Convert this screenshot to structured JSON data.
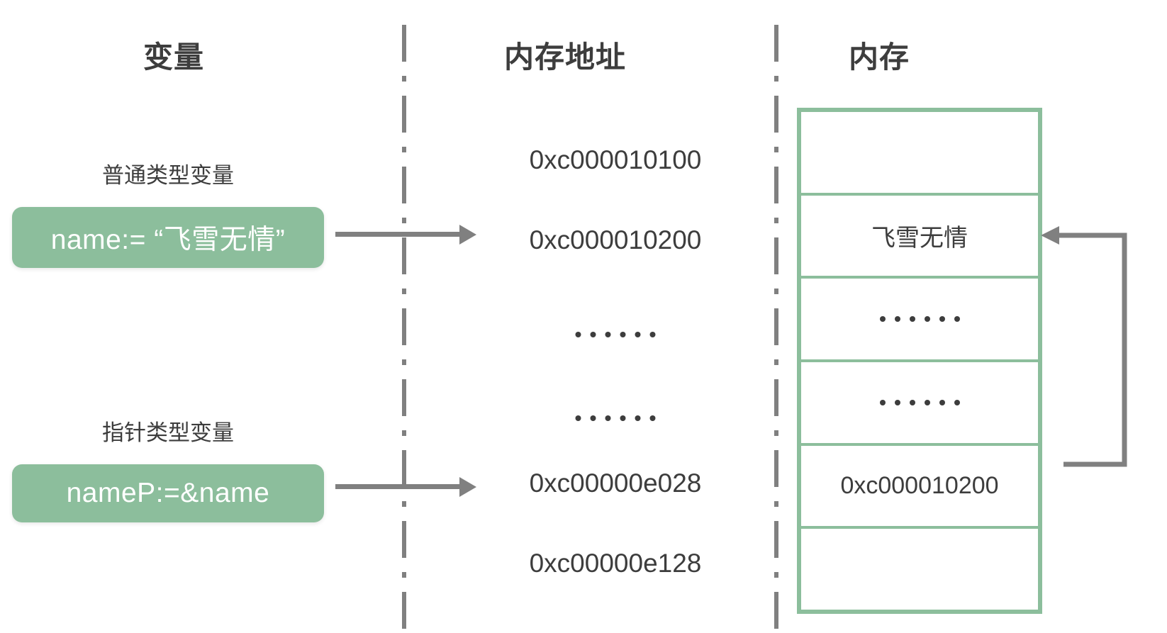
{
  "diagram": {
    "title_columns": {
      "variable": "变量",
      "address": "内存地址",
      "memory": "内存"
    },
    "colors": {
      "box_fill": "#8CBE9C",
      "table_border": "#8CBE9C",
      "arrow": "#808080",
      "text": "#3d3d3d",
      "box_text": "#ffffff",
      "background": "#ffffff"
    },
    "variables": [
      {
        "label": "普通类型变量",
        "expression": "name:= “飞雪无情”",
        "points_to_address": "0xc000010200"
      },
      {
        "label": "指针类型变量",
        "expression": "nameP:=&name",
        "points_to_address": "0xc00000e028"
      }
    ],
    "addresses": [
      {
        "value": "0xc000010100",
        "kind": "address"
      },
      {
        "value": "0xc000010200",
        "kind": "address"
      },
      {
        "value": "……",
        "kind": "ellipsis"
      },
      {
        "value": "……",
        "kind": "ellipsis"
      },
      {
        "value": "0xc00000e028",
        "kind": "address"
      },
      {
        "value": "0xc00000e128",
        "kind": "address"
      }
    ],
    "memory_cells": [
      {
        "value": "",
        "kind": "empty"
      },
      {
        "value": "飞雪无情",
        "kind": "text"
      },
      {
        "value": "……",
        "kind": "ellipsis"
      },
      {
        "value": "……",
        "kind": "ellipsis"
      },
      {
        "value": "0xc000010200",
        "kind": "address"
      },
      {
        "value": "",
        "kind": "empty"
      }
    ],
    "arrows": [
      {
        "name": "name-to-address-arrow",
        "from": "name:= “飞雪无情”",
        "to": "0xc000010200"
      },
      {
        "name": "namep-to-address-arrow",
        "from": "nameP:=&name",
        "to": "0xc00000e028"
      },
      {
        "name": "pointer-deref-arrow",
        "from": "0xc000010200",
        "to": "飞雪无情"
      }
    ]
  }
}
